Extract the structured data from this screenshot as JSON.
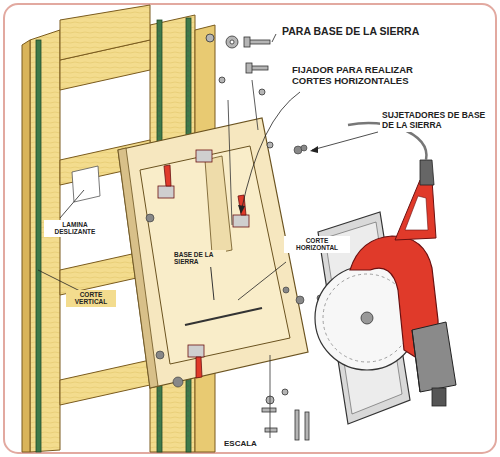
{
  "diagram": {
    "labels": [
      "PARA BASE DE LA SIERRA",
      "FIJADOR PARA REALIZAR CORTES HORIZONTALES",
      "SUJETADORES DE BASE DE LA SIERRA",
      "LAMINA DESLIZANTE",
      "BASE DE LA SIERRA",
      "CORTE HORIZONTAL",
      "CORTE VERTICAL",
      "ESCALA"
    ]
  }
}
